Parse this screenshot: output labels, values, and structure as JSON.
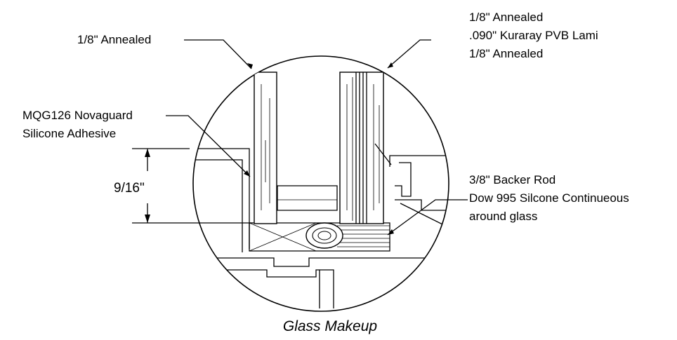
{
  "labels": {
    "left_glass": "1/8\" Annealed",
    "right_glass": [
      "1/8\" Annealed",
      ".090\" Kuraray PVB Lami",
      "1/8\" Annealed"
    ],
    "adhesive": [
      "MQG126 Novaguard",
      "Silicone Adhesive"
    ],
    "backer": [
      "3/8\" Backer Rod",
      "Dow 995 Silcone Continueous",
      "around glass"
    ],
    "dimension": "9/16\""
  },
  "caption": "Glass Makeup"
}
